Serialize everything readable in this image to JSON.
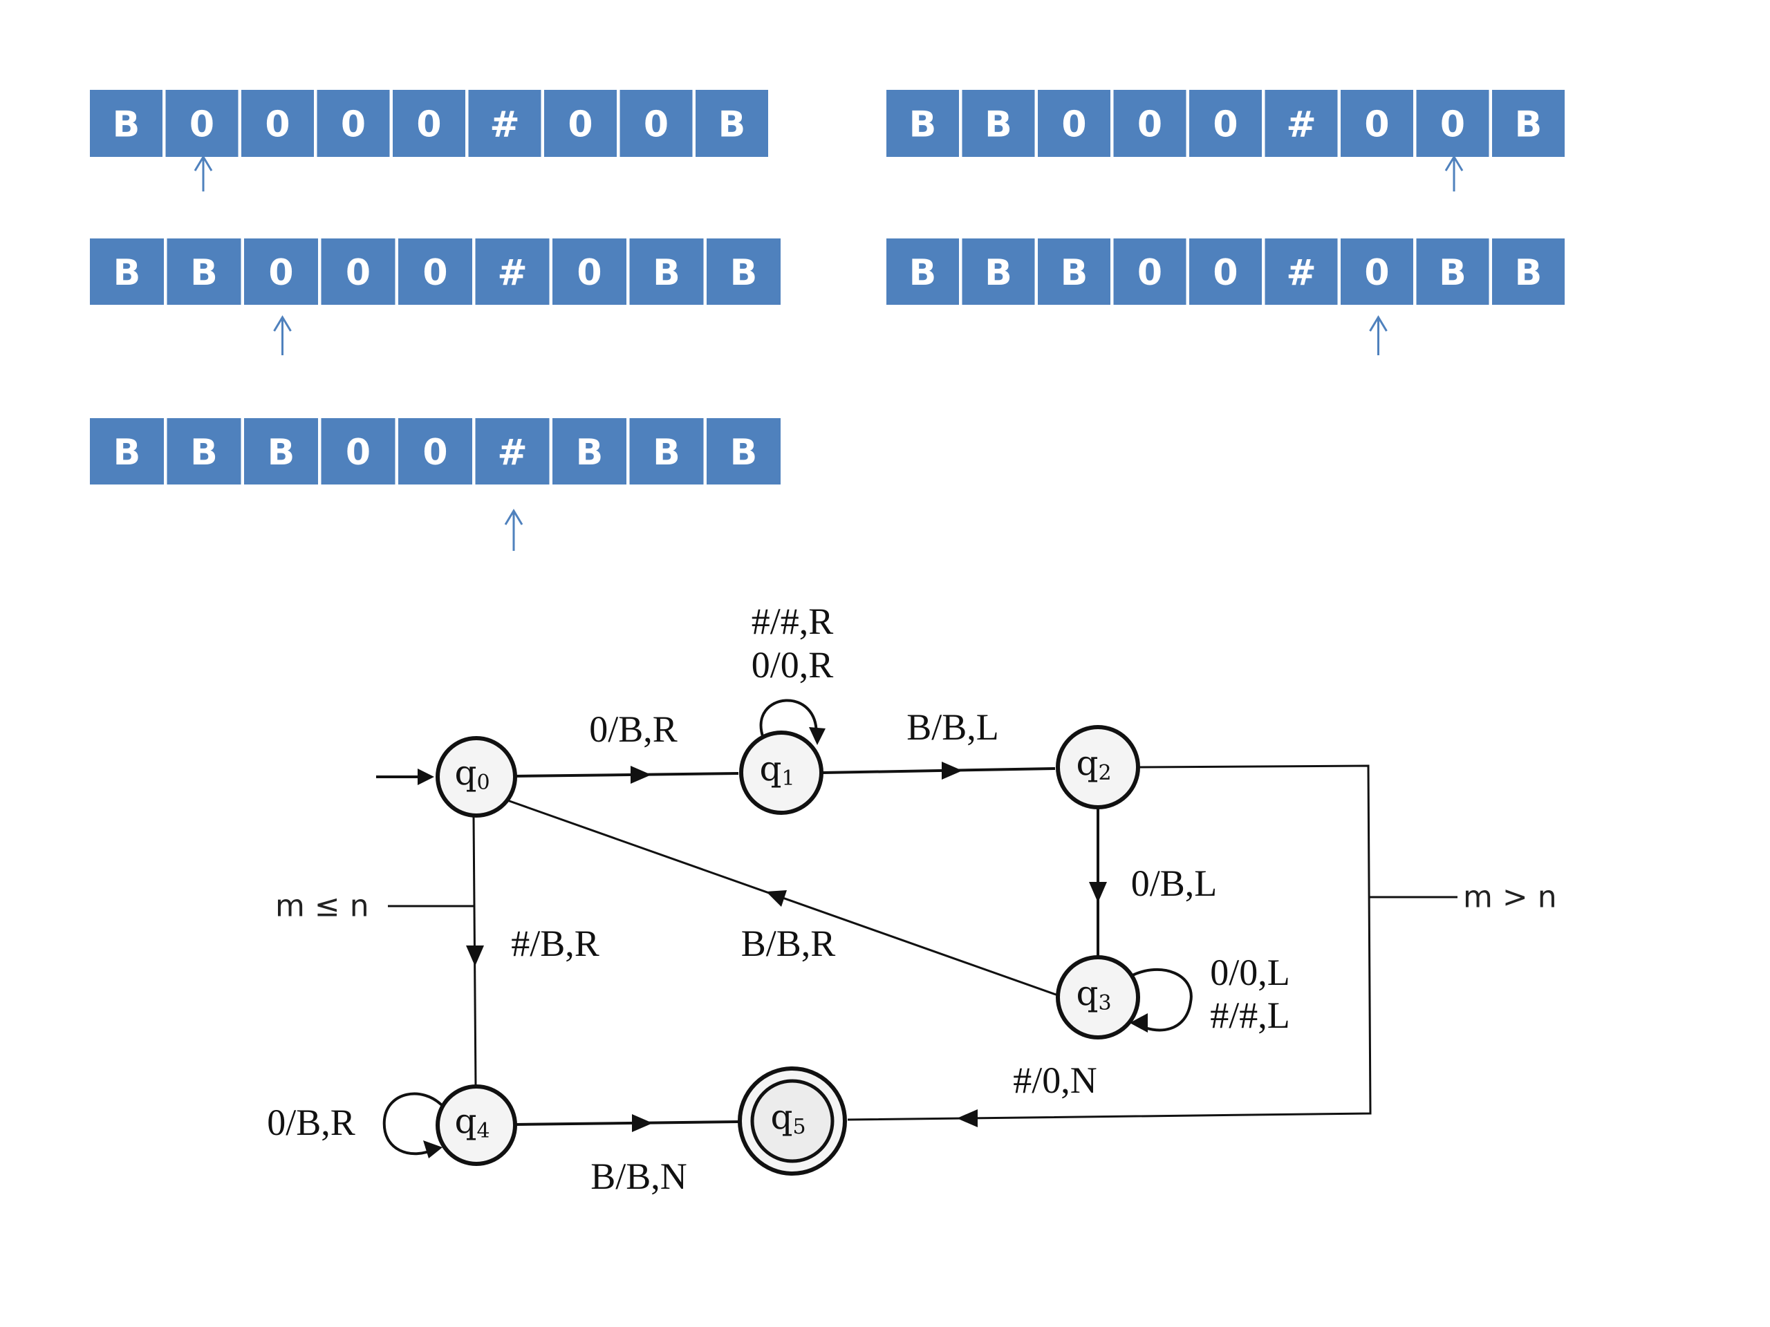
{
  "tapes": [
    {
      "id": "tape-1",
      "cells": [
        "B",
        "0",
        "0",
        "0",
        "0",
        "#",
        "0",
        "0",
        "B"
      ],
      "head_index": 1
    },
    {
      "id": "tape-2",
      "cells": [
        "B",
        "B",
        "0",
        "0",
        "0",
        "#",
        "0",
        "0",
        "B"
      ],
      "head_index": 7
    },
    {
      "id": "tape-3",
      "cells": [
        "B",
        "B",
        "0",
        "0",
        "0",
        "#",
        "0",
        "B",
        "B"
      ],
      "head_index": 2
    },
    {
      "id": "tape-4",
      "cells": [
        "B",
        "B",
        "B",
        "0",
        "0",
        "#",
        "0",
        "B",
        "B"
      ],
      "head_index": 6
    },
    {
      "id": "tape-5",
      "cells": [
        "B",
        "B",
        "B",
        "0",
        "0",
        "#",
        "B",
        "B",
        "B"
      ],
      "head_index": 5
    }
  ],
  "colors": {
    "tape_cell": "#4f81bd",
    "tape_text": "#ffffff",
    "head_arrow": "#4f81bd",
    "diagram_ink": "#111111"
  },
  "states": {
    "q0": {
      "name": "q",
      "sub": "0",
      "start": true,
      "final": false
    },
    "q1": {
      "name": "q",
      "sub": "1",
      "start": false,
      "final": false
    },
    "q2": {
      "name": "q",
      "sub": "2",
      "start": false,
      "final": false
    },
    "q3": {
      "name": "q",
      "sub": "3",
      "start": false,
      "final": false
    },
    "q4": {
      "name": "q",
      "sub": "4",
      "start": false,
      "final": false
    },
    "q5": {
      "name": "q",
      "sub": "5",
      "start": false,
      "final": true
    }
  },
  "transitions": {
    "q0_q1": "0/B,R",
    "q1_loop_1": "#/#,R",
    "q1_loop_2": "0/0,R",
    "q1_q2": "B/B,L",
    "q2_q3": "0/B,L",
    "q3_loop_1": "0/0,L",
    "q3_loop_2": "#/#,L",
    "q3_q0": "B/B,R",
    "q0_q4": "#/B,R",
    "q4_loop": "0/B,R",
    "q4_q5": "B/B,N",
    "q2_q5": "#/0,N"
  },
  "conditions": {
    "left": "m ≤ n",
    "right": "m > n"
  }
}
